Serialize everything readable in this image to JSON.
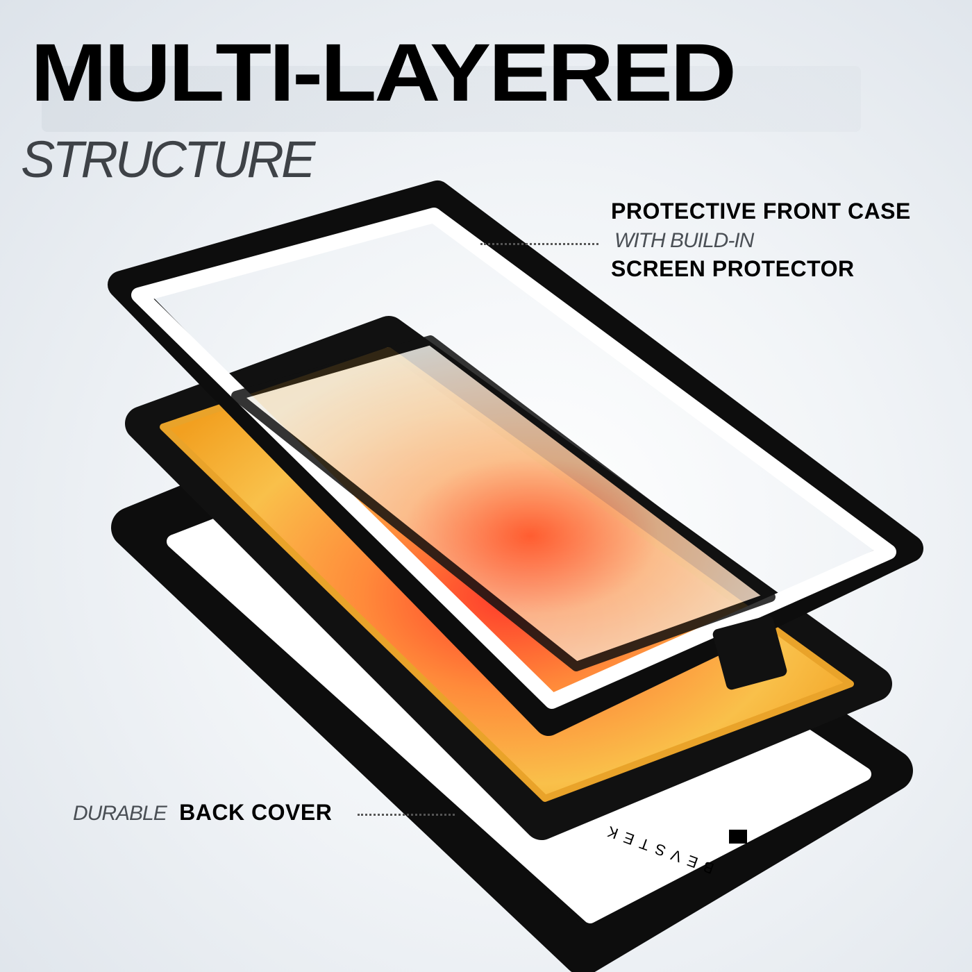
{
  "headline": {
    "title": "MULTI-LAYERED",
    "subtitle": "STRUCTURE"
  },
  "callouts": {
    "front": {
      "line1": "PROTECTIVE FRONT CASE",
      "line2": "WITH BUILD-IN",
      "line3": "SCREEN PROTECTOR"
    },
    "back": {
      "prefix": "DURABLE",
      "label": "BACK COVER"
    }
  },
  "brand": {
    "logo_text": "BEVSTEK"
  },
  "colors": {
    "frame": "#0d0d0d",
    "screen_orange": "#ff6a2a",
    "screen_yellow": "#f7b733",
    "case_white": "#ffffff"
  }
}
